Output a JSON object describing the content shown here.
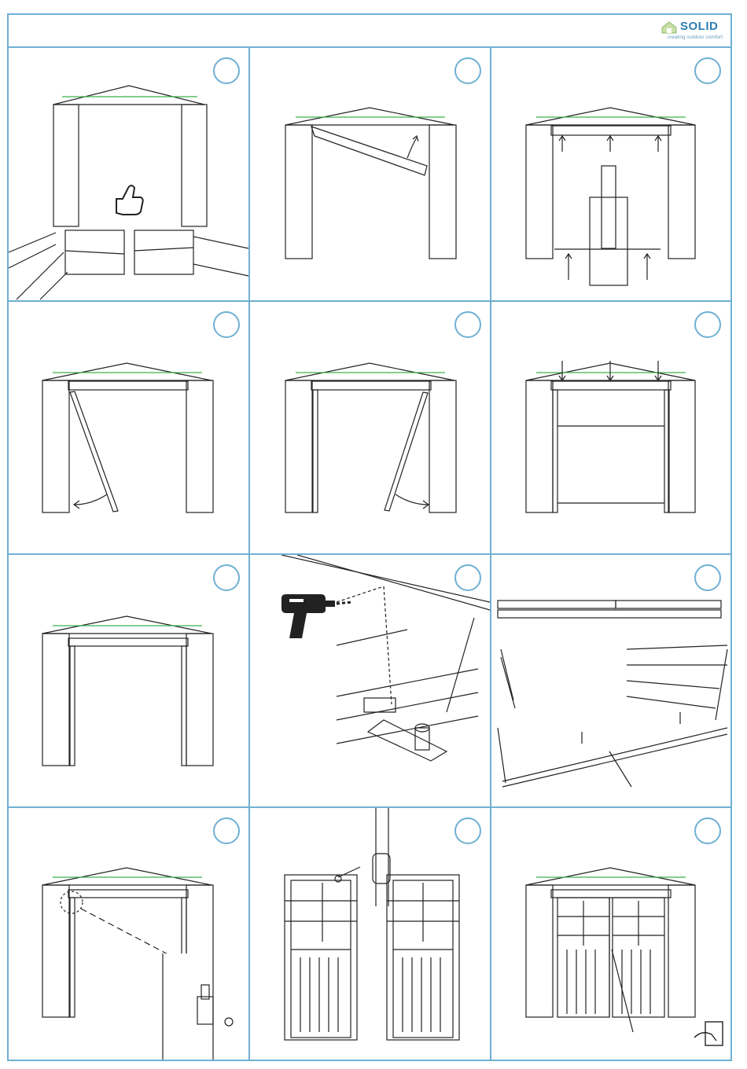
{
  "header": {
    "logo": {
      "brand": "SOLID",
      "tagline": "creating outdoor comfort",
      "icon": "house-logo-icon"
    }
  },
  "colors": {
    "accent": "#6fb0d3",
    "line": "#222222",
    "marker": "#3cb04a"
  },
  "steps": [
    {
      "icon": "thumbs-up-icon",
      "scene": "shed-front-with-door-panels"
    },
    {
      "icon": "curved-arrow-icon",
      "scene": "lintel-being-tilted-into-place"
    },
    {
      "icon": "up-arrows-icon",
      "scene": "lintel-supported-by-post"
    },
    {
      "icon": "curved-arrow-icon",
      "scene": "left-door-jamb-inserted"
    },
    {
      "icon": "curved-arrow-icon",
      "scene": "right-door-jamb-inserted"
    },
    {
      "icon": "down-arrows-icon",
      "scene": "frame-pressed-down-and-measured"
    },
    {
      "icon": "",
      "scene": "door-frame-complete"
    },
    {
      "icon": "drill-icon",
      "scene": "bolt-lock-being-screwed"
    },
    {
      "icon": "",
      "scene": "threshold-board-placement"
    },
    {
      "icon": "hinge-pin-icon",
      "scene": "hinge-pin-detail"
    },
    {
      "icon": "hinge-icon",
      "scene": "doors-hung-on-hinges"
    },
    {
      "icon": "door-handle-icon",
      "scene": "finished-shed-with-doors"
    }
  ]
}
